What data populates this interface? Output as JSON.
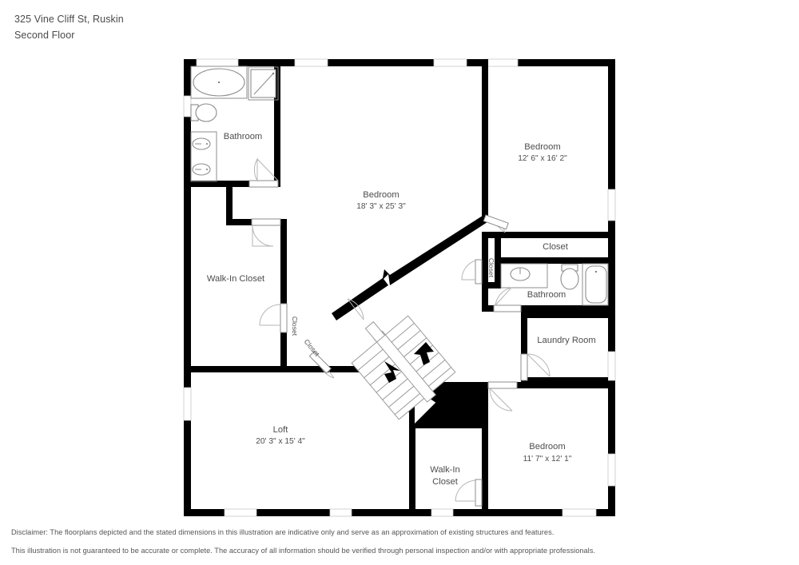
{
  "header": {
    "address": "325 Vine Cliff St, Ruskin",
    "floor": "Second Floor"
  },
  "footer": {
    "line1": "Disclaimer: The floorplans depicted and the stated dimensions in this illustration are indicative only and serve as an approximation of existing structures and features.",
    "line2": "This illustration is not guaranteed to be accurate or complete. The accuracy of all information should be verified through personal inspection and/or with appropriate professionals."
  },
  "colors": {
    "wall": "#000000",
    "fixture_stroke": "#8c8c8c",
    "swing_stroke": "#b5b5b5",
    "text": "#4d4d4d",
    "background": "#ffffff"
  },
  "rooms": {
    "master_bathroom": {
      "label": "Bathroom",
      "dimensions": ""
    },
    "master_bedroom": {
      "label": "Bedroom",
      "dimensions": "18' 3\" x 25' 3\""
    },
    "bedroom_top_right": {
      "label": "Bedroom",
      "dimensions": "12' 6\" x 16' 2\""
    },
    "bedroom_bottom_right": {
      "label": "Bedroom",
      "dimensions": "11' 7\" x 12' 1\""
    },
    "loft": {
      "label": "Loft",
      "dimensions": "20' 3\" x 15' 4\""
    },
    "walk_in_closet_left": {
      "label": "Walk-In Closet",
      "dimensions": ""
    },
    "closet_a": {
      "label": "Closet",
      "dimensions": ""
    },
    "closet_b": {
      "label": "Closet",
      "dimensions": ""
    },
    "closet_right_small": {
      "label": "Closet",
      "dimensions": ""
    },
    "closet_right_long": {
      "label": "Closet",
      "dimensions": ""
    },
    "bathroom_right": {
      "label": "Bathroom",
      "dimensions": ""
    },
    "laundry_room": {
      "label": "Laundry Room",
      "dimensions": ""
    },
    "walk_in_closet_center": {
      "label_line1": "Walk-In",
      "label_line2": "Closet"
    }
  },
  "fixtures": [
    {
      "name": "bathtub-oval",
      "room": "master_bathroom"
    },
    {
      "name": "shower-stall",
      "room": "master_bathroom"
    },
    {
      "name": "toilet",
      "room": "master_bathroom"
    },
    {
      "name": "sink-vanity-double",
      "room": "master_bathroom"
    },
    {
      "name": "sink-vanity",
      "room": "bathroom_right"
    },
    {
      "name": "toilet",
      "room": "bathroom_right"
    },
    {
      "name": "bathtub-rect",
      "room": "bathroom_right"
    }
  ],
  "stairs": {
    "name": "staircase",
    "arrow_up": "up-arrow",
    "arrow_down": "down-arrow"
  }
}
